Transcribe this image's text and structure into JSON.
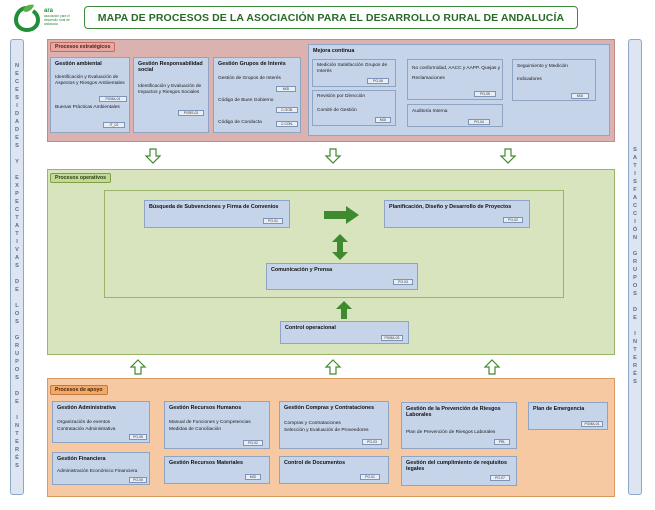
{
  "logo": {
    "word": "ara",
    "subtitle": "asociación para el desarrollo rural de andalucía"
  },
  "title": "MAPA DE PROCESOS DE LA ASOCIACIÓN PARA EL DESARROLLO RURAL DE ANDALUCÍA",
  "left_bar": "NECESIDADES Y EXPECTATIVAS DE LOS GRUPOS DE INTERÉS",
  "right_bar": "SATISFACCIÓN GRUPOS DE INTERÉS",
  "estrategicos": {
    "label": "Procesos estratégicos",
    "gestion_ambiental": {
      "title": "Gestión ambiental",
      "item1": "Identificación y Evaluación de Aspectos y Riesgos Ambientales",
      "code1": "PGMA-01",
      "item2": "Buenas Prácticas Ambientales",
      "code2": "IT_02"
    },
    "responsabilidad": {
      "title": "Gestión Responsabilidad social",
      "item1": "Identificación y Evaluación de Impactos y Riesgos Sociales",
      "code1": "PGRS-02"
    },
    "grupos_interes": {
      "title": "Gestión Grupos de Interés",
      "item1": "Gestión de Grupos de Interés",
      "code1": "MGI",
      "item2": "Código de Buen Gobierno",
      "code2": "C.GOB.",
      "item3": "Código de Conducta",
      "code3": "C.CON."
    },
    "mejora": {
      "title": "Mejora continua",
      "medicion": "Medición Satisfacción Grupos de Interés",
      "medicion_code": "PG-06",
      "noconf": "No conformidad, AACC y AAPP. Quejas y Reclamaciones",
      "noconf_code": "PG-05",
      "seguimiento": "Seguimiento y Medición",
      "indicadores": "Indicadores",
      "seguimiento_code": "MGI",
      "revision": "Revisión por Dirección",
      "comite": "Comité de Gestión",
      "revision_code": "MGI",
      "auditoria": "Auditoría Interna",
      "auditoria_code": "PG-04"
    }
  },
  "operativos": {
    "label": "Procesos operativos",
    "busqueda": {
      "title": "Búsqueda de Subvenciones y Firma de Convenios",
      "code": "PO-01"
    },
    "planificacion": {
      "title": "Planificación, Diseño y Desarrollo de Proyectos",
      "code": "PO-02"
    },
    "comunicacion": {
      "title": "Comunicación y Prensa",
      "code": "PO-03"
    },
    "control": {
      "title": "Control operacional",
      "code": "PGMA-03"
    }
  },
  "apoyo": {
    "label": "Procesos de apoyo",
    "administrativa": {
      "title": "Gestión Administrativa",
      "item1": "Organización de eventos",
      "item2": "Contratación Administrativa",
      "code": "PO-05"
    },
    "financiera": {
      "title": "Gestión Financiera",
      "item1": "Administración Económico Financiera",
      "code": "PO-05"
    },
    "rrhh": {
      "title": "Gestión Recursos Humanos",
      "item1": "Manual de Funciones y Competencias",
      "item2": "Medidas de Conciliación",
      "code": "PG-02"
    },
    "materiales": {
      "title": "Gestión Recursos Materiales",
      "code": "MGI"
    },
    "compras": {
      "title": "Gestión Compras y Contrataciones",
      "item1": "Compras y Contrataciones",
      "item2": "Selección y Evaluación de Proveedores",
      "code": "PG-03"
    },
    "documentos": {
      "title": "Control de Documentos",
      "code": "PG-01"
    },
    "prevencion": {
      "title": "Gestión de la Prevención de Riesgos Laborales",
      "item1": "Plan de Prevención de Riesgos Laborales",
      "code": "PRL"
    },
    "cumplimiento": {
      "title": "Gestión del cumplimiento de requisitos legales",
      "code": "PG-07"
    },
    "emergencia": {
      "title": "Plan de Emergencia",
      "code": "PGMA-01"
    }
  },
  "colors": {
    "strategic": "#dcb2b0",
    "operative": "#d7e4bd",
    "support": "#f6c9a3",
    "box": "#c6d4ea",
    "arrow": "#3f8a2f"
  }
}
